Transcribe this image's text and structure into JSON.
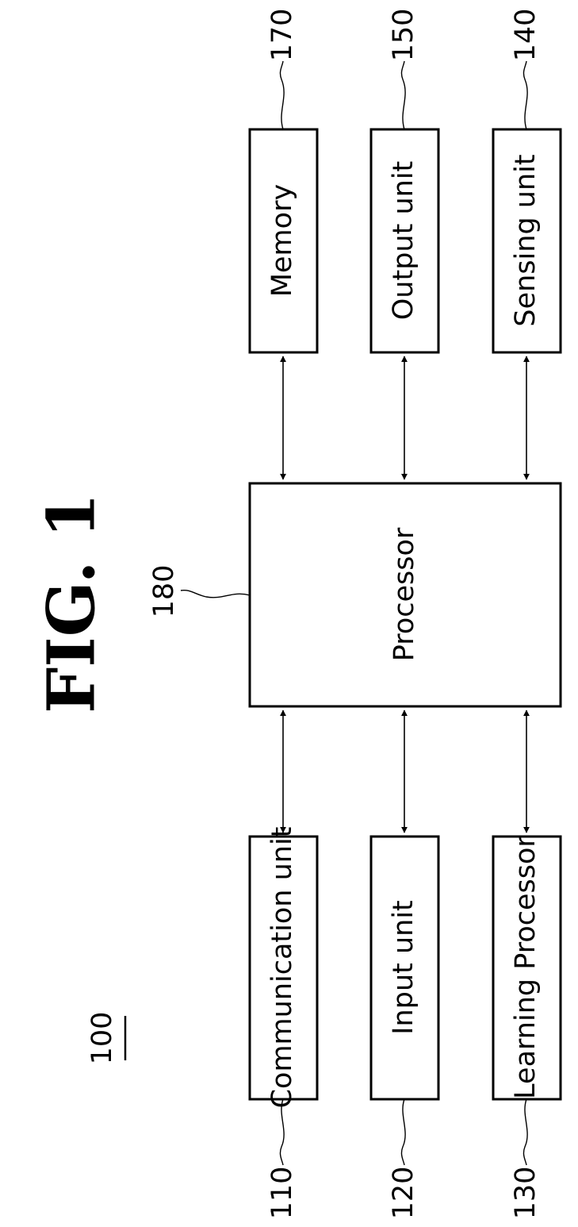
{
  "figure": {
    "title": "FIG. 1",
    "device_ref": "100",
    "processor": {
      "ref": "180",
      "label": "Processor"
    },
    "left_units": [
      {
        "ref": "110",
        "label": "Communication unit"
      },
      {
        "ref": "120",
        "label": "Input unit"
      },
      {
        "ref": "130",
        "label": "Learning Processor"
      }
    ],
    "right_units": [
      {
        "ref": "170",
        "label": "Memory"
      },
      {
        "ref": "150",
        "label": "Output unit"
      },
      {
        "ref": "140",
        "label": "Sensing unit"
      }
    ]
  }
}
